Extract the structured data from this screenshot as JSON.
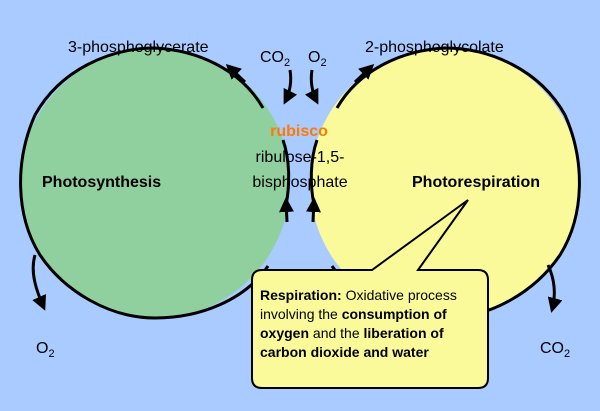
{
  "labels": {
    "pga": "3-phosphoglycerate",
    "pgl": "2-phosphoglycolate",
    "co2_in": "CO",
    "co2_in_sub": "2",
    "o2_in": "O",
    "o2_in_sub": "2",
    "rubisco": "rubisco",
    "rubp_line1": "ribulose-1,5-",
    "rubp_line2": "bisphosphate",
    "photosynthesis": "Photosynthesis",
    "photorespiration": "Photorespiration",
    "o2_out": "O",
    "o2_out_sub": "2",
    "co2_out": "CO",
    "co2_out_sub": "2"
  },
  "callout": {
    "term": "Respiration:",
    "text1": " Oxidative process involving the ",
    "bold1": "consumption of oxygen",
    "text2": " and the ",
    "bold2": "liberation of carbon dioxide and water"
  },
  "colors": {
    "background": "#a9cbff",
    "photosynthesis_fill": "#8fd09e",
    "photorespiration_fill": "#fafa9a",
    "rubisco": "#ff7a00",
    "callout_fill": "#fafa9a"
  }
}
